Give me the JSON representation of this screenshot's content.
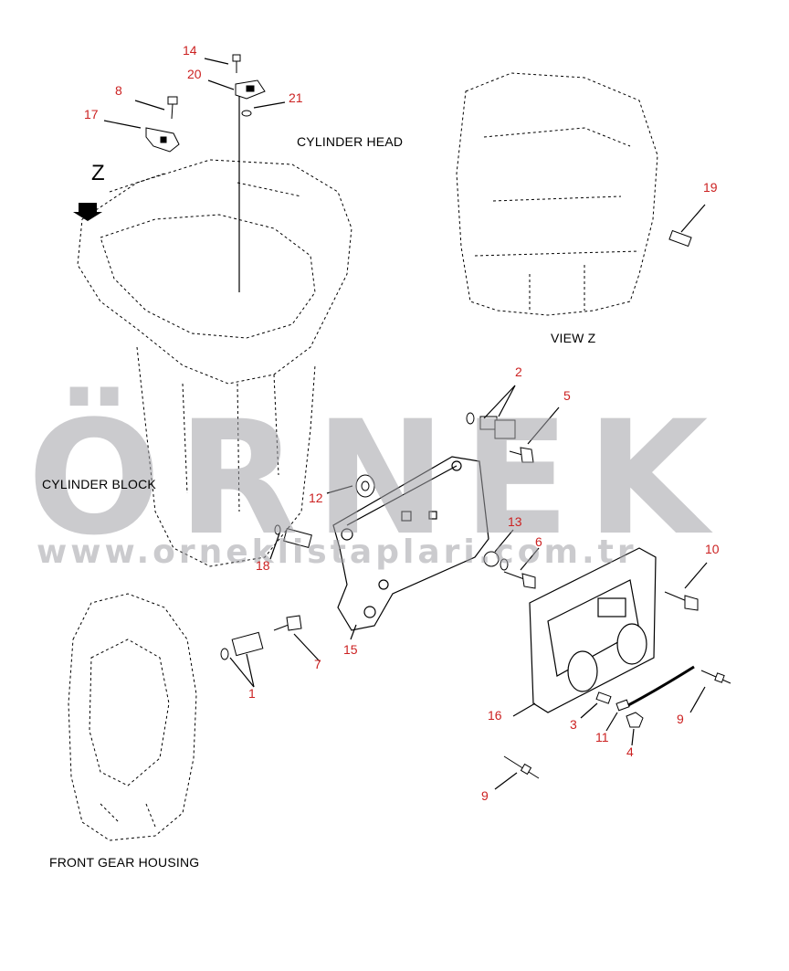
{
  "labels": {
    "cylinder_head": "CYLINDER HEAD",
    "view_z": "VIEW Z",
    "view_letter": "Z",
    "cylinder_block": "CYLINDER BLOCK",
    "front_gear_housing": "FRONT GEAR HOUSING"
  },
  "watermark": {
    "text": "ÖRNEK",
    "url": "www.orneklistaplari.com.tr"
  },
  "callouts": {
    "c14": "14",
    "c20": "20",
    "c21": "21",
    "c8": "8",
    "c17": "17",
    "c19": "19",
    "c2": "2",
    "c5": "5",
    "c12": "12",
    "c13": "13",
    "c6": "6",
    "c10": "10",
    "c18": "18",
    "c15": "15",
    "c7": "7",
    "c1": "1",
    "c16": "16",
    "c3": "3",
    "c11": "11",
    "c9a": "9",
    "c4": "4",
    "c9b": "9"
  },
  "colors": {
    "callout": "#cc2222",
    "line": "#000000",
    "watermark_accent": "#f5d78a"
  }
}
